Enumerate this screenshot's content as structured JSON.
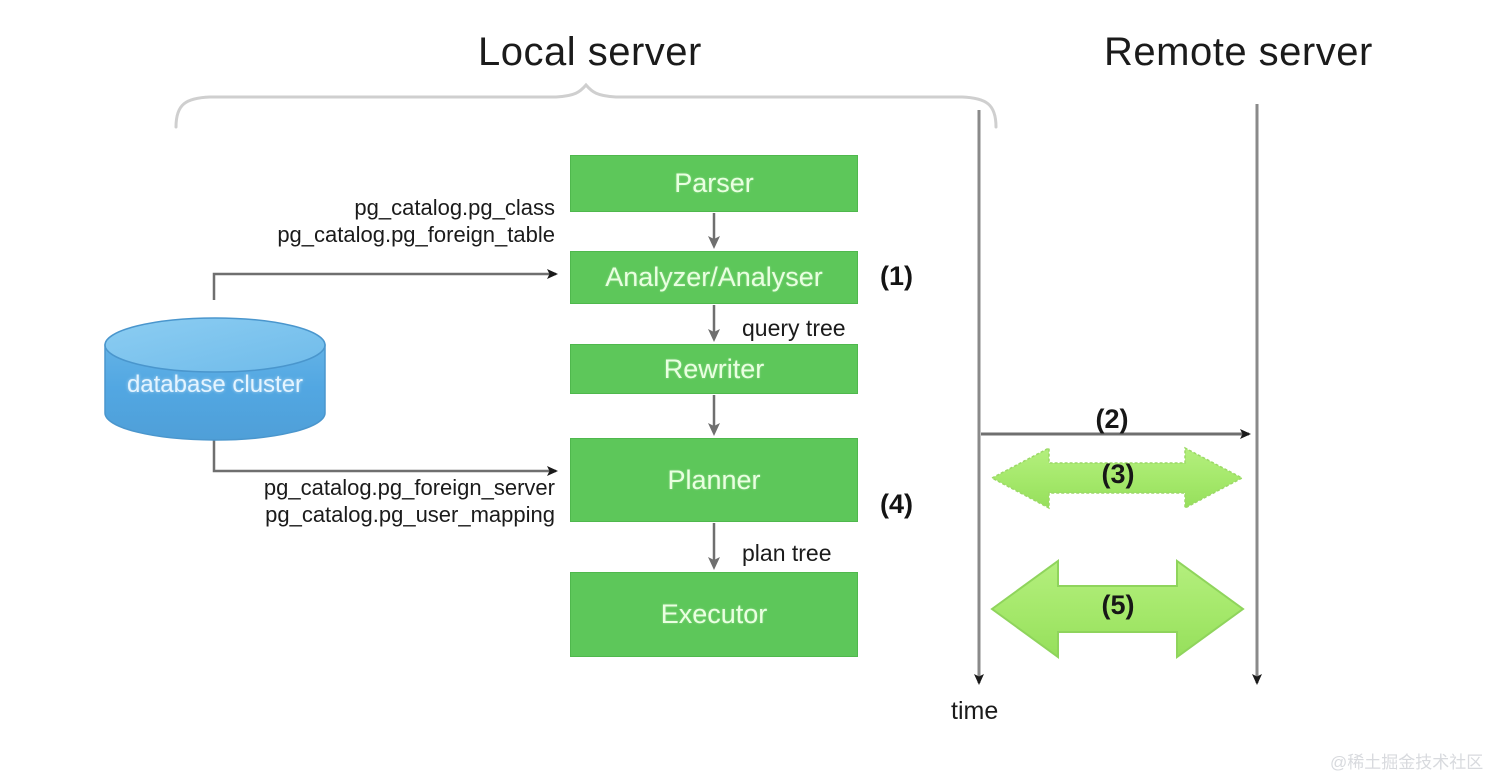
{
  "diagram": {
    "title_local": "Local server",
    "title_remote": "Remote server",
    "time_axis_label": "time",
    "watermark": "@稀土掘金技术社区",
    "colors": {
      "process_box_fill": "#5dc75a",
      "process_box_text": "#e9ffe0",
      "db_cylinder_fill": "#56a9e0",
      "db_cylinder_top": "#78c0ec",
      "exchange_arrow_fill": "#a6e86a",
      "line": "#808080",
      "text": "#1b1b1b"
    }
  },
  "pipeline": {
    "boxes": [
      {
        "label": "Parser"
      },
      {
        "label": "Analyzer/Analyser"
      },
      {
        "label": "Rewriter"
      },
      {
        "label": "Planner"
      },
      {
        "label": "Executor"
      }
    ],
    "edge_labels": {
      "query_tree": "query tree",
      "plan_tree": "plan tree"
    }
  },
  "datastore": {
    "label": "database cluster"
  },
  "catalog_lookups": [
    {
      "target": "Analyzer/Analyser",
      "lines": [
        "pg_catalog.pg_class",
        "pg_catalog.pg_foreign_table"
      ]
    },
    {
      "target": "Planner",
      "lines": [
        "pg_catalog.pg_foreign_server",
        "pg_catalog.pg_user_mapping"
      ]
    }
  ],
  "steps": [
    {
      "id": "1",
      "label": "(1)"
    },
    {
      "id": "2",
      "label": "(2)"
    },
    {
      "id": "3",
      "label": "(3)"
    },
    {
      "id": "4",
      "label": "(4)"
    },
    {
      "id": "5",
      "label": "(5)"
    }
  ]
}
